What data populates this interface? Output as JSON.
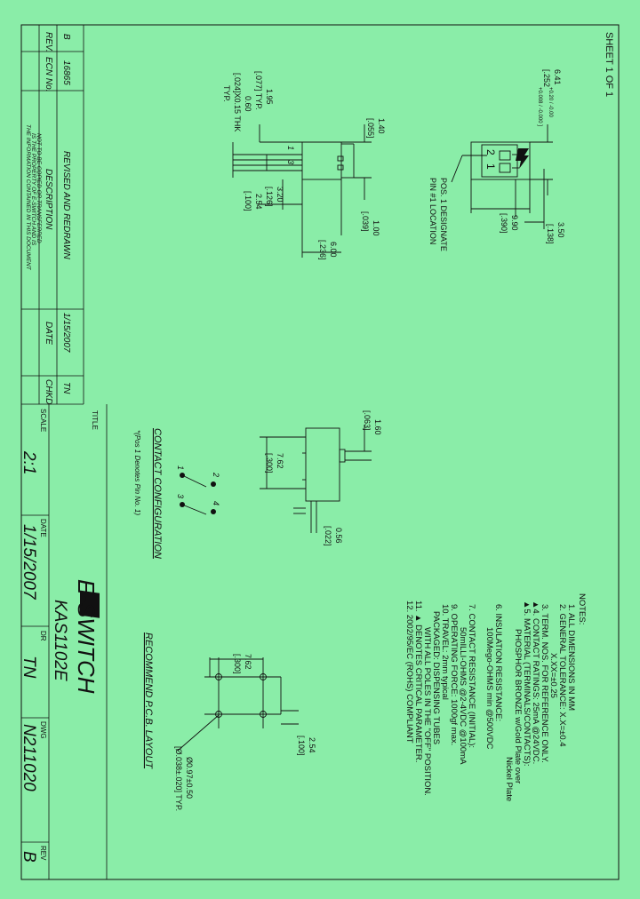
{
  "sheet_label": "SHEET 1 OF 1",
  "revision_table": {
    "headers": {
      "rev": "REV.",
      "ecn": "ECN No.",
      "description": "DESCRIPTION",
      "date": "DATE",
      "chkd": "CHKD"
    },
    "row": {
      "rev": "B",
      "ecn": "16865",
      "description": "REVISED AND REDRAWN",
      "date": "1/15/2007",
      "chkd": "TN"
    }
  },
  "proprietary_notice": [
    "THE INFORMATION CONTAINED IN THIS DOCUMENT",
    "IS THE PROPERTY OF E-SWITCH AND IS",
    "NOT TO BE COPIED OR TRANSFERRED"
  ],
  "title_block": {
    "title_label": "TITLE",
    "title_value": "KAS1102E",
    "scale_label": "SCALE",
    "scale_value": "2:1",
    "date_label": "DATE",
    "date_value": "1/15/2007",
    "dr_label": "DR",
    "dr_value": "TN",
    "dwg_label": "DWG",
    "dwg_value": "N211020",
    "rev_label": "REV",
    "rev_value": "B",
    "logo_text": "E-SWITCH"
  },
  "top_view": {
    "dim_width": "6.41",
    "dim_width_tol": "+0.20 / -0.00",
    "dim_width_in": "[.252",
    "dim_width_in_tol": "+0.008 / -0.000 ]",
    "dim_350": "3.50",
    "dim_138": "[.138]",
    "dim_990": "9.90",
    "dim_390": "[.390]",
    "pin1_label": "POS. 1 DESIGNATE",
    "pin1_label2": "PIN #1 LOCATION",
    "pos1": "1",
    "pos2": "2"
  },
  "side_view": {
    "dim_140": "1.40",
    "dim_055": "[.055]",
    "dim_195": "1.95",
    "dim_077": "[.077] TYP.",
    "dim_060": "0.60",
    "dim_024": "[.024]X0.15 THK",
    "dim_typ": "TYP.",
    "dim_320": "3.20",
    "dim_126": "[.126]",
    "dim_254": "2.54",
    "dim_100": "[.100]",
    "dim_100mm": "1.00",
    "dim_039": "[.039]",
    "dim_600": "6.00",
    "dim_236": "[.236]",
    "pin_1": "1",
    "pin_3": "3"
  },
  "end_view": {
    "dim_160": "1.60",
    "dim_063": "[.063]",
    "dim_762": "7.62",
    "dim_300": "[.300]",
    "dim_056": "0.56",
    "dim_022": "[.022]"
  },
  "contact_config": {
    "title": "CONTACT CONFIGURATION",
    "note": "*(Pos 1 Denotes Pin No. 1)",
    "pins": [
      "1",
      "2",
      "3",
      "4"
    ]
  },
  "pcb_layout": {
    "title": "RECOMMEND P.C.B. LAYOUT",
    "dim_762": "7.62",
    "dim_300": "[.300]",
    "dim_254": "2.54",
    "dim_100": "[.100]",
    "hole": "Ø0.97±0.50",
    "hole_in": "[Ø.038±.020] TYP."
  },
  "notes": {
    "title": "NOTES:",
    "lines": [
      "1. ALL DIMENSIONS IN MM",
      "2. GENERAL TOLERANCE: X.X=±0.4",
      "X.XX=±0.25",
      "3. TERM. NOS. FOR REFERENCE ONLY.",
      "▲4. CONTACT RATINGS: 25mA @24VDC.",
      "▲5. MATERIAL (TERMINALS/CONTACTS):",
      "PHOSPHOR BRONZE w/Gold Plate over",
      "Nickel Plate",
      "6. INSULATION RESISTANCE:",
      "100Mego-OHMS min @500VDC",
      "7. CONTACT RESISTANCE (INITIAL):",
      "50mILLI-OHMS @2-4VDC @100mA",
      "9. OPERATING FORCE: 1000gf max.",
      "10. TRAVEL: 2mm typical",
      "PACKAGED: DISPENSING TUBES",
      "WITH ALL POLES IN THE \"OFF\" POSITION.",
      "11. ▲ DENOTES CRITICAL PARAMETER.",
      "12. 2002/95/EC (ROHS) COMPLIANT"
    ]
  }
}
